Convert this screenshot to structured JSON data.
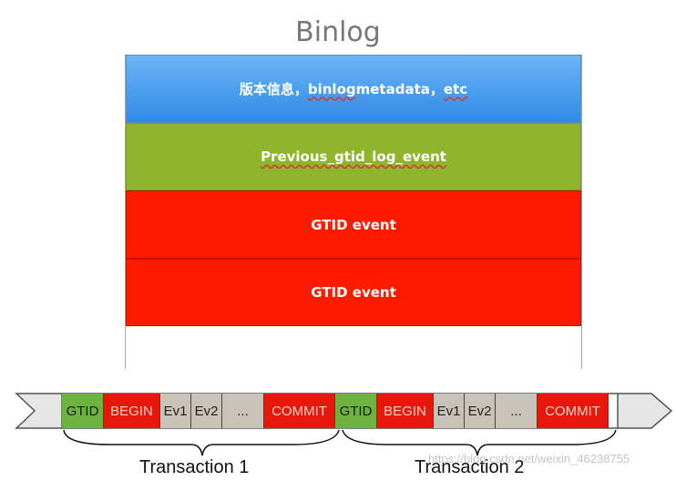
{
  "title": "Binlog",
  "blocks": {
    "meta_prefix": "版本信息，",
    "meta_binlog": "binlog",
    "meta_suffix": " metadata，",
    "meta_etc": "etc",
    "previous": "Previous_gtid_log_event",
    "gtid1": "GTID event",
    "gtid2": "GTID event"
  },
  "strip": {
    "cells": [
      {
        "label": "GTID",
        "kind": "green"
      },
      {
        "label": "BEGIN",
        "kind": "red"
      },
      {
        "label": "Ev1",
        "kind": "gray"
      },
      {
        "label": "Ev2",
        "kind": "gray"
      },
      {
        "label": "...",
        "kind": "gray"
      },
      {
        "label": "COMMIT",
        "kind": "red"
      },
      {
        "label": "GTID",
        "kind": "green"
      },
      {
        "label": "BEGIN",
        "kind": "red"
      },
      {
        "label": "Ev1",
        "kind": "gray"
      },
      {
        "label": "Ev2",
        "kind": "gray"
      },
      {
        "label": "...",
        "kind": "gray"
      },
      {
        "label": "COMMIT",
        "kind": "red"
      }
    ]
  },
  "transactions": {
    "t1": "Transaction 1",
    "t2": "Transaction 2"
  },
  "watermark": "https://blog.csdn.net/weixin_46238755",
  "colors": {
    "metadata_blue": "#2f8ae6",
    "previous_green": "#8eb52c",
    "gtid_red": "#ff1a00",
    "cell_green": "#6db33f",
    "cell_red": "#e8170b",
    "cell_gray": "#c8c3b8"
  }
}
